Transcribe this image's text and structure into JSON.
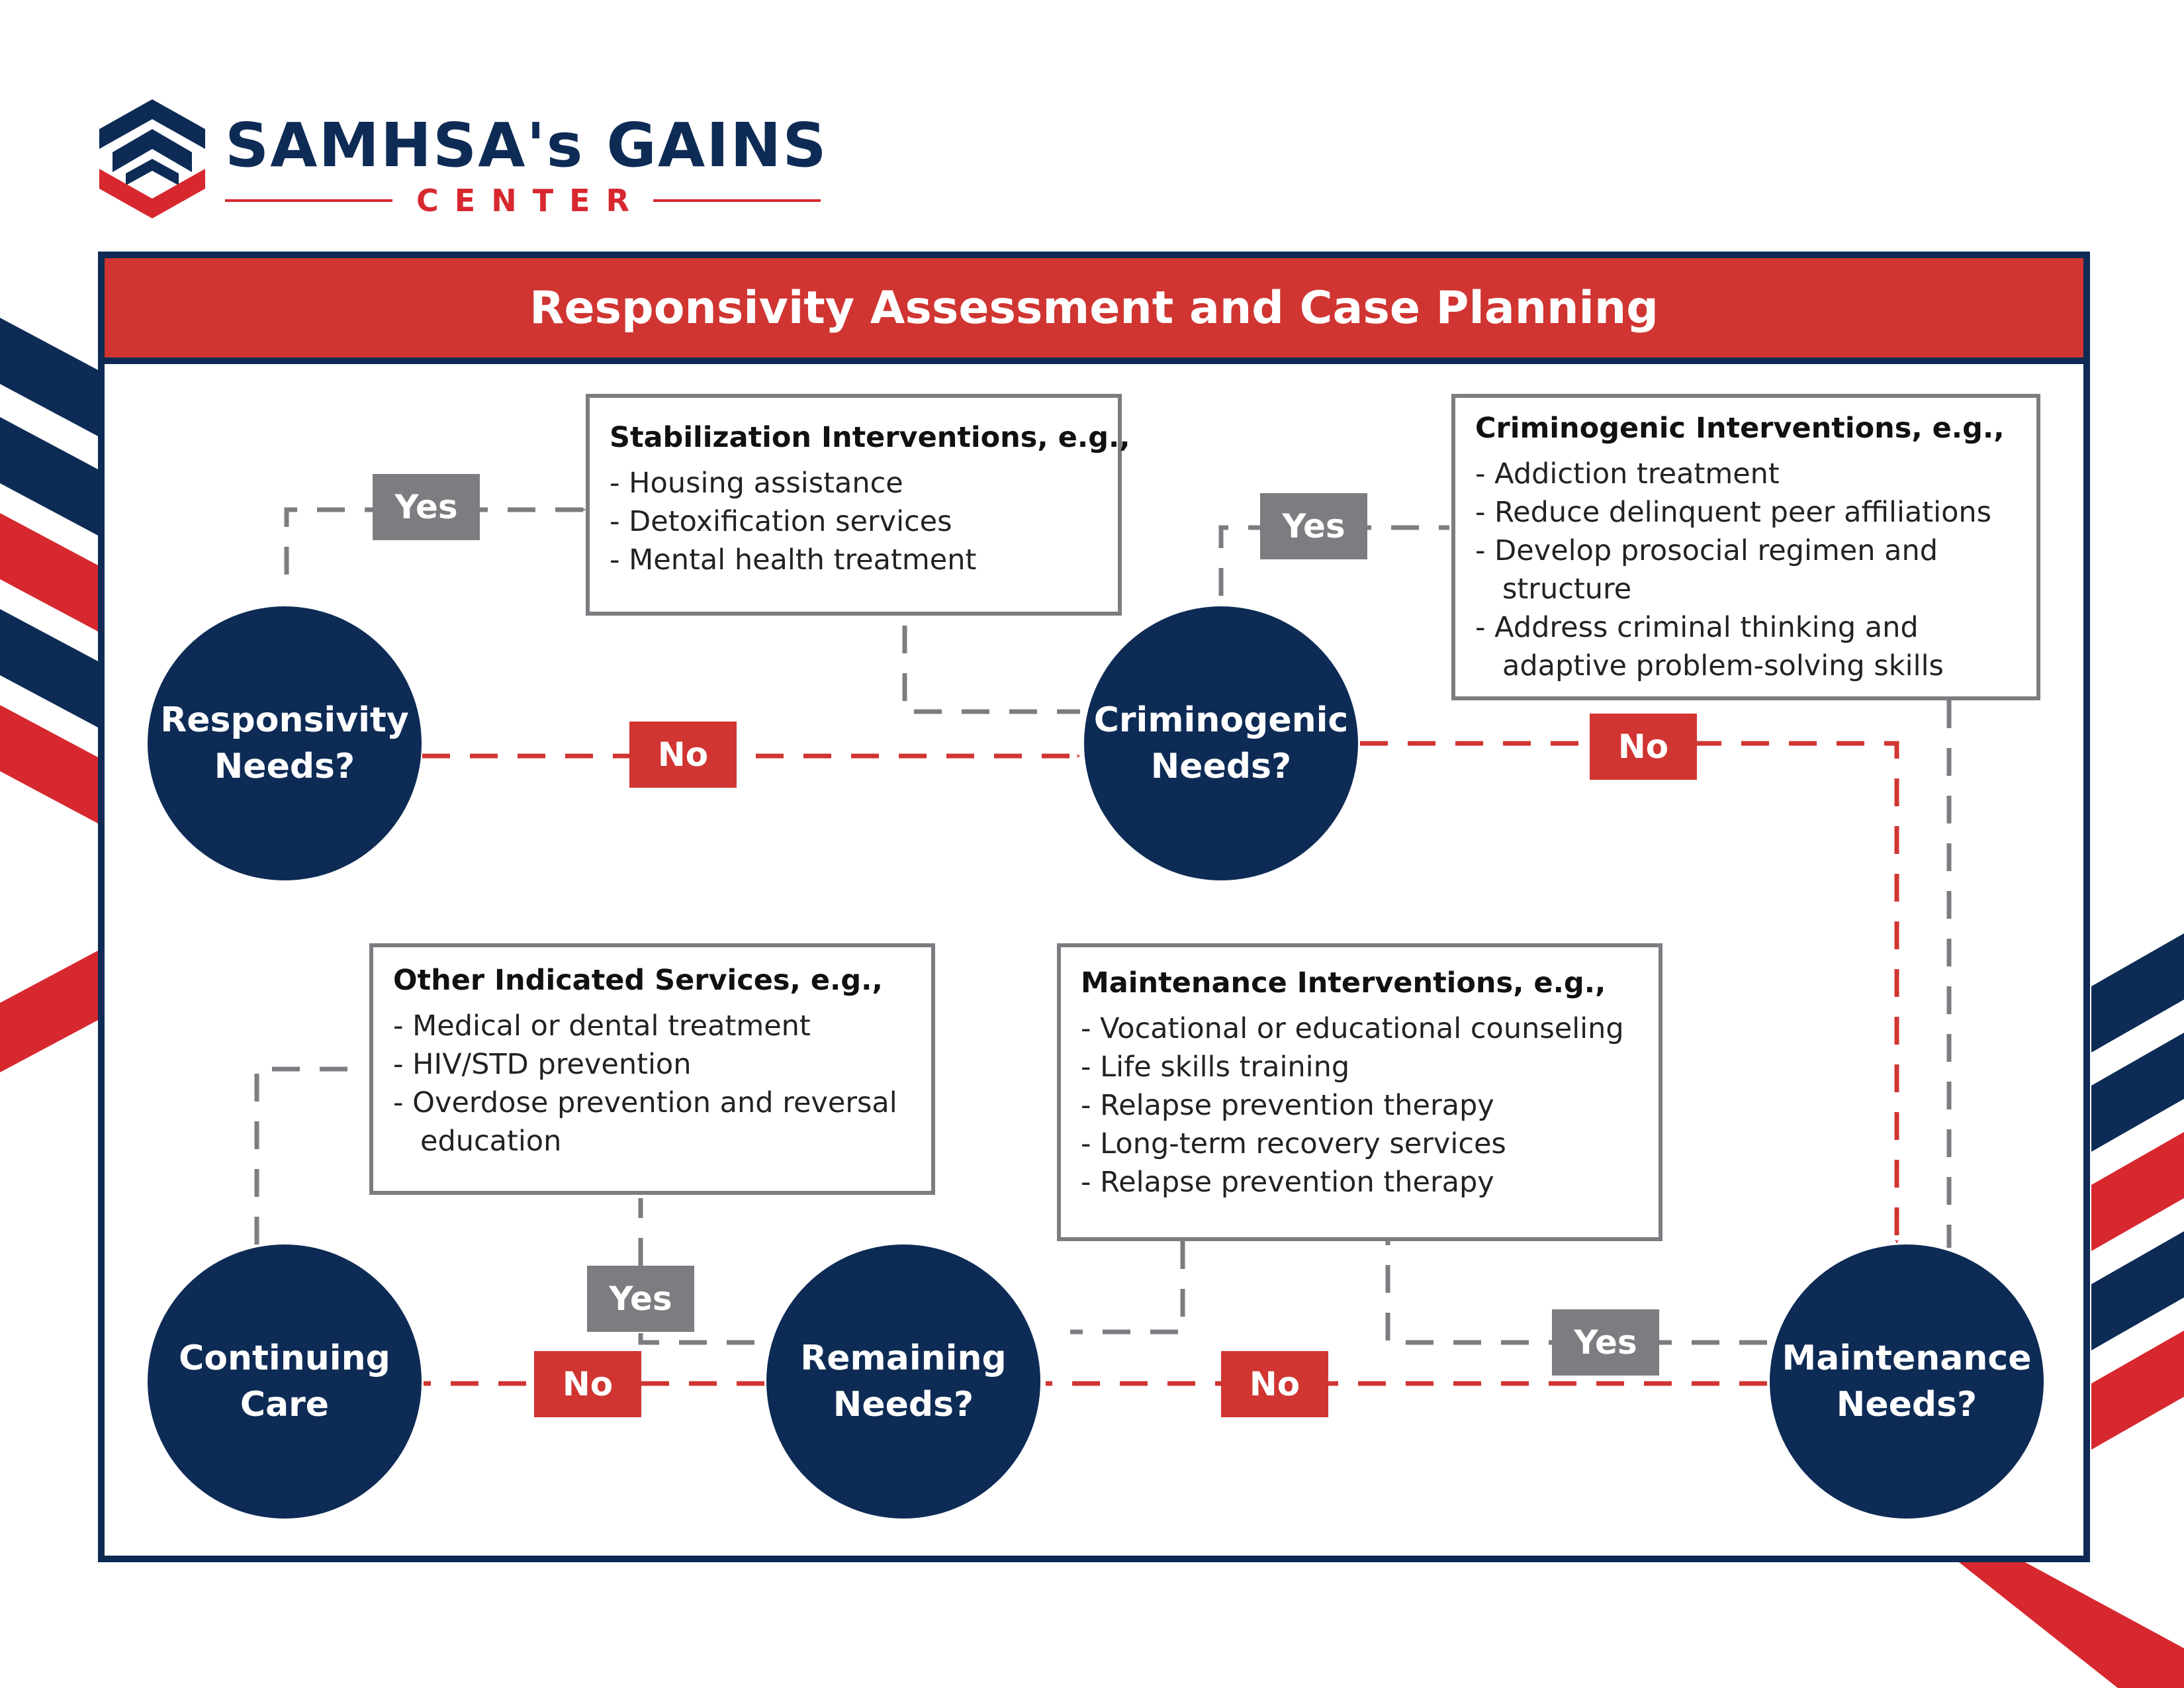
{
  "logo": {
    "name": "SAMHSA's GAINS",
    "subtitle": "CENTER"
  },
  "title": "Responsivity Assessment and Case Planning",
  "colors": {
    "navy": "#0d2b55",
    "red": "#d03532",
    "gray": "#7b7d80"
  },
  "nodes": {
    "responsivity": "Responsivity\nNeeds?",
    "criminogenic": "Criminogenic\nNeeds?",
    "maintenance": "Maintenance\nNeeds?",
    "remaining": "Remaining\nNeeds?",
    "continuing": "Continuing\nCare"
  },
  "boxes": {
    "stabilization": {
      "title": "Stabilization Interventions, e.g.,",
      "items": [
        "- Housing assistance",
        " - Detoxification services",
        " - Mental health treatment"
      ]
    },
    "criminogenic": {
      "title": "Criminogenic Interventions, e.g.,",
      "items": [
        "- Addiction treatment",
        "- Reduce delinquent peer affiliations",
        "- Develop prosocial regimen and",
        "   structure",
        "- Address criminal thinking and",
        "   adaptive problem-solving skills"
      ]
    },
    "other": {
      "title": "Other Indicated Services, e.g.,",
      "items": [
        "- Medical or dental treatment",
        "- HIV/STD prevention",
        "- Overdose prevention and reversal",
        "   education"
      ]
    },
    "maintenance": {
      "title": "Maintenance Interventions, e.g.,",
      "items": [
        "- Vocational or educational counseling",
        "- Life skills training",
        "- Relapse prevention therapy",
        "- Long-term recovery services",
        "- Relapse prevention therapy"
      ]
    }
  },
  "labels": {
    "yes": "Yes",
    "no": "No"
  }
}
